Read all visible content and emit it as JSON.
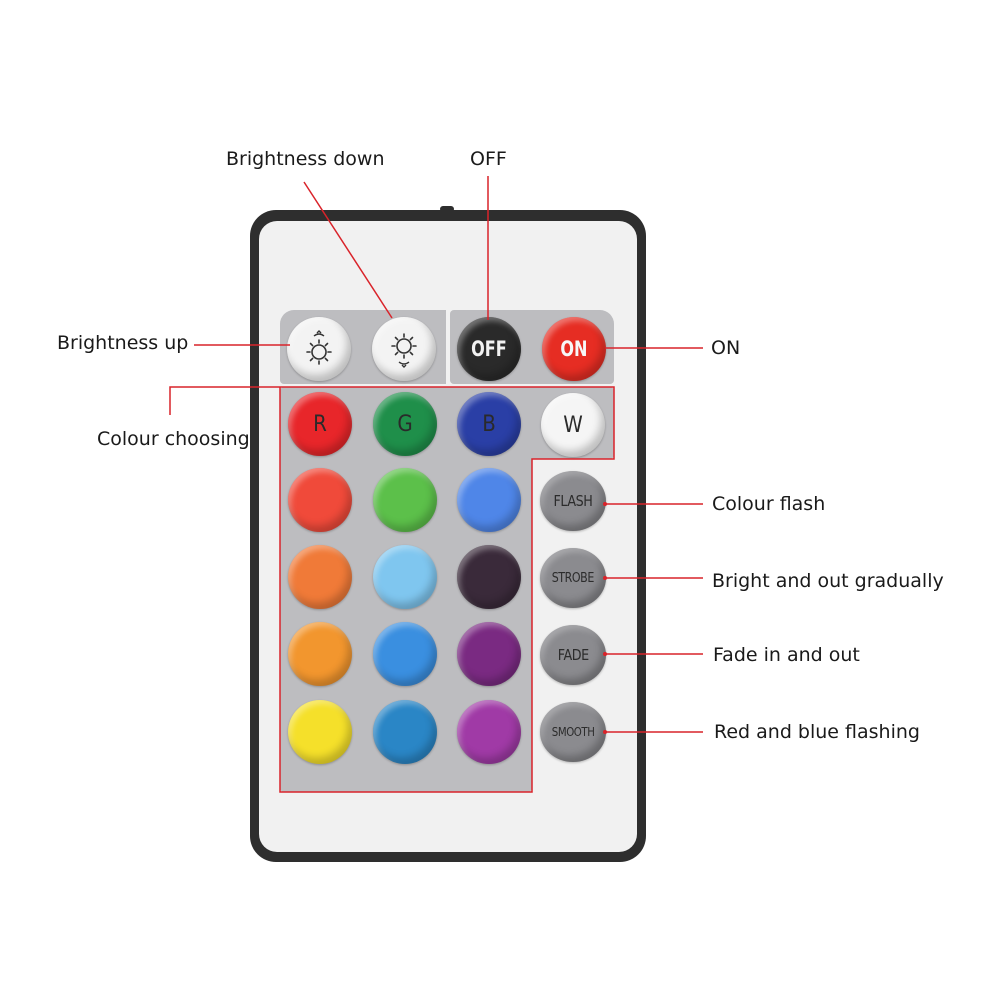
{
  "labels": {
    "brightness_down": "Brightness down",
    "off": "OFF",
    "brightness_up": "Brightness up",
    "on": "ON",
    "colour_choosing": "Colour choosing",
    "colour_flash": "Colour flash",
    "bright_out_gradually": "Bright and out gradually",
    "fade_in_out": "Fade in and out",
    "red_blue_flashing": "Red and blue flashing"
  },
  "buttons": {
    "off": "OFF",
    "on": "ON",
    "r": "R",
    "g": "G",
    "b": "B",
    "w": "W",
    "flash": "FLASH",
    "strobe": "STROBE",
    "fade": "FADE",
    "smooth": "SMOOTH"
  },
  "icons": {
    "brightness_up": "sun-arrow-up-icon",
    "brightness_down": "sun-arrow-down-icon"
  },
  "colors": {
    "annotation_line": "#d9232a",
    "remote_body": "#2e2e2e",
    "panel": "#bdbdc0",
    "r": "#e8262a",
    "g": "#1f8f4a",
    "b": "#2a3fa6",
    "w": "#f5f5f5",
    "off": "#2a2a2a",
    "on": "#e62d23",
    "row2": [
      "#f04a3a",
      "#5cc04a",
      "#4f86e8"
    ],
    "row3": [
      "#f07a38",
      "#7fc6ef",
      "#3a2a3a"
    ],
    "row4": [
      "#f2962e",
      "#3a8fe0",
      "#7a2a82"
    ],
    "row5": [
      "#f5e02a",
      "#2a86c6",
      "#a03aa6"
    ],
    "function_button": "#8b8b8f"
  }
}
